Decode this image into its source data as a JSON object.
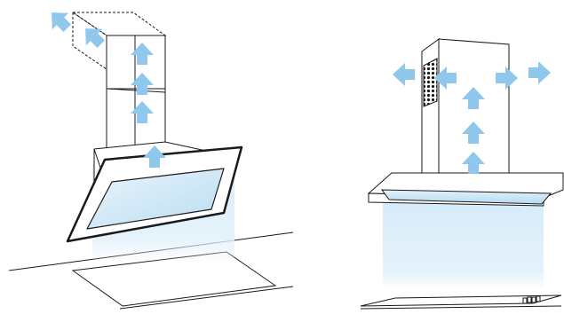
{
  "colors": {
    "outline": "#1a1a1a",
    "airflow_arrow": "#8fc8ec",
    "air_column": "#e3f1fb",
    "glass_panel": "#cce6f6",
    "background": "#ffffff"
  },
  "figures": [
    {
      "name": "angled-glass-cooker-hood",
      "exhaust": "ducted",
      "arrow_count": 6
    },
    {
      "name": "chimney-cooker-hood",
      "exhaust": "recirculating",
      "arrow_count": 7
    }
  ]
}
